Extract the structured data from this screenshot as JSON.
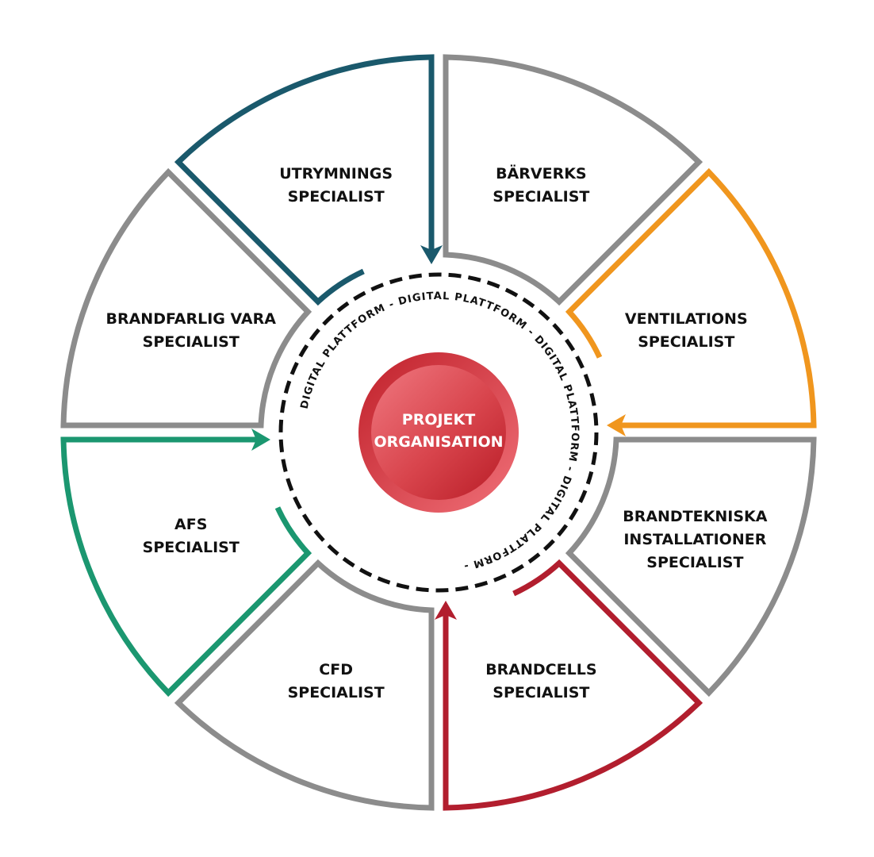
{
  "center": {
    "line1": "PROJEKT",
    "line2": "ORGANISATION"
  },
  "ring": {
    "label": "DIGITAL PLATTFORM",
    "separator": "-",
    "repeat": 4
  },
  "colors": {
    "gray": "#8c8c8c",
    "dashed": "#111111",
    "center_dark": "#c0202a",
    "center_light": "#ef6e76"
  },
  "segments": [
    {
      "line1": "BÄRVERKS",
      "line2": "SPECIALIST",
      "line3": "",
      "color": "#8c8c8c",
      "arrow": false
    },
    {
      "line1": "VENTILATIONS",
      "line2": "SPECIALIST",
      "line3": "",
      "color": "#f0961e",
      "arrow": true
    },
    {
      "line1": "BRANDTEKNISKA",
      "line2": "INSTALLATIONER",
      "line3": "SPECIALIST",
      "color": "#8c8c8c",
      "arrow": false
    },
    {
      "line1": "BRANDCELLS",
      "line2": "SPECIALIST",
      "line3": "",
      "color": "#b21e2e",
      "arrow": true
    },
    {
      "line1": "CFD",
      "line2": "SPECIALIST",
      "line3": "",
      "color": "#8c8c8c",
      "arrow": false
    },
    {
      "line1": "AFS",
      "line2": "SPECIALIST",
      "line3": "",
      "color": "#1b9770",
      "arrow": true
    },
    {
      "line1": "BRANDFARLIG VARA",
      "line2": "SPECIALIST",
      "line3": "",
      "color": "#8c8c8c",
      "arrow": false
    },
    {
      "line1": "UTRYMNINGS",
      "line2": "SPECIALIST",
      "line3": "",
      "color": "#1a596c",
      "arrow": true
    }
  ]
}
